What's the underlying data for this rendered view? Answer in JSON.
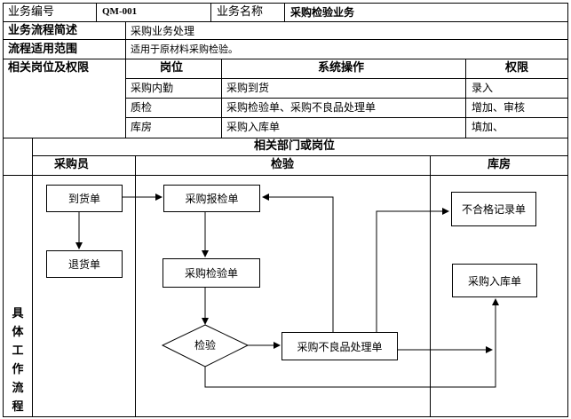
{
  "header": {
    "code_label": "业务编号",
    "code_value": "QM-001",
    "name_label": "业务名称",
    "name_value": "采购检验业务"
  },
  "summary": {
    "label": "业务流程简述",
    "value": "采购业务处理"
  },
  "scope": {
    "label": "流程适用范围",
    "value": "适用于原材料采购检验。"
  },
  "roles": {
    "label": "相关岗位及权限",
    "col_position": "岗位",
    "col_operation": "系统操作",
    "col_permission": "权限",
    "rows": [
      {
        "position": "采购内勤",
        "operation": "采购到货",
        "permission": "录入"
      },
      {
        "position": "质检",
        "operation": "采购检验单、采购不良品处理单",
        "permission": "增加、审核"
      },
      {
        "position": "库房",
        "operation": "采购入库单",
        "permission": "填加、"
      }
    ]
  },
  "flow": {
    "departments_title": "相关部门或岗位",
    "lanes": [
      "采购员",
      "检验",
      "库房"
    ],
    "side_label": [
      "具",
      "体",
      "工",
      "作",
      "流",
      "程"
    ],
    "nodes": {
      "arrival": "到货单",
      "return": "退货单",
      "inspection_request": "采购报检单",
      "inspection_form": "采购检验单",
      "decision": "检验",
      "defect_handling": "采购不良品处理单",
      "nonconforming_record": "不合格记录单",
      "warehouse_receipt": "采购入库单"
    }
  }
}
